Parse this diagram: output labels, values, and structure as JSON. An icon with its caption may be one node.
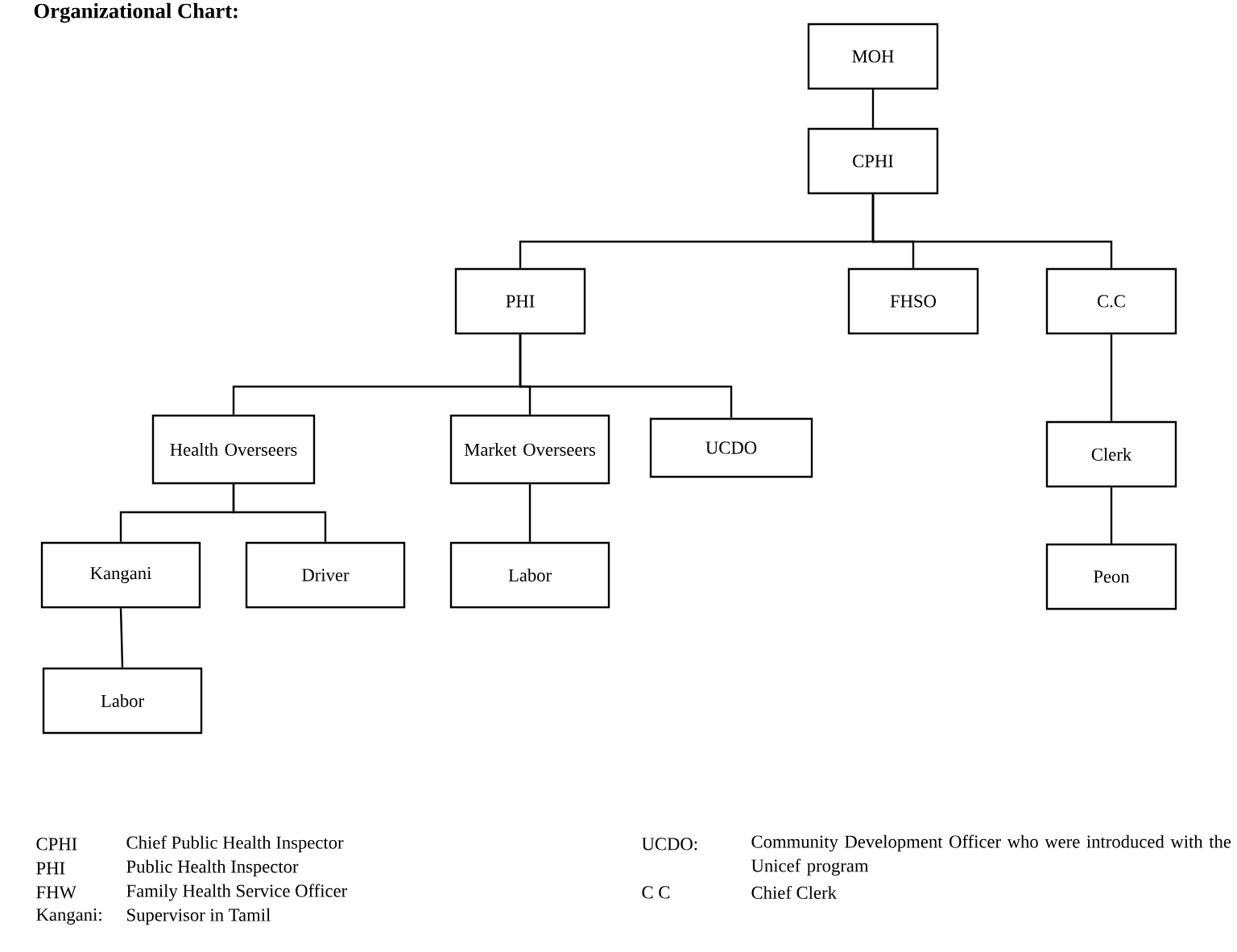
{
  "diagram": {
    "title": "Organizational Chart:",
    "nodes": [
      {
        "text": [
          "MOH"
        ]
      },
      {
        "text": [
          "CPHI"
        ]
      },
      {
        "text": [
          "PHI"
        ]
      },
      {
        "text": [
          "FHSO"
        ]
      },
      {
        "text": [
          "C.C"
        ]
      },
      {
        "text": [
          "Health Overseers"
        ]
      },
      {
        "text": [
          "Market Overseers"
        ]
      },
      {
        "text": [
          "UCDO"
        ]
      },
      {
        "text": [
          "Clerk"
        ]
      },
      {
        "text": [
          "Kangani"
        ]
      },
      {
        "text": [
          "Driver"
        ]
      },
      {
        "text": [
          "Labor"
        ]
      },
      {
        "text": [
          "Peon"
        ]
      },
      {
        "text": [
          "Labor"
        ]
      }
    ],
    "edges": [
      {
        "from": 0,
        "to": 1,
        "arrow": "none"
      },
      {
        "from": 1,
        "to": 2,
        "arrow": "none"
      },
      {
        "from": 1,
        "to": 3,
        "arrow": "none"
      },
      {
        "from": 1,
        "to": 4,
        "arrow": "none"
      },
      {
        "from": 2,
        "to": 5,
        "arrow": "none"
      },
      {
        "from": 2,
        "to": 6,
        "arrow": "none"
      },
      {
        "from": 2,
        "to": 7,
        "arrow": "none"
      },
      {
        "from": 4,
        "to": 8,
        "arrow": "none"
      },
      {
        "from": 5,
        "to": 9,
        "arrow": "none"
      },
      {
        "from": 5,
        "to": 10,
        "arrow": "none"
      },
      {
        "from": 6,
        "to": 11,
        "arrow": "none"
      },
      {
        "from": 8,
        "to": 12,
        "arrow": "none"
      },
      {
        "from": 9,
        "to": 13,
        "arrow": "none"
      }
    ],
    "labels": [
      "CPHI",
      "Chief Public Health Inspector",
      "UCDO:",
      "Community Development Officer who were introduced with the Unicef program",
      "PHI",
      "Public Health Inspector",
      "FHW",
      "Family Health Service Officer",
      "C C",
      "Chief Clerk",
      "Kangani:",
      "Supervisor in Tamil"
    ]
  }
}
